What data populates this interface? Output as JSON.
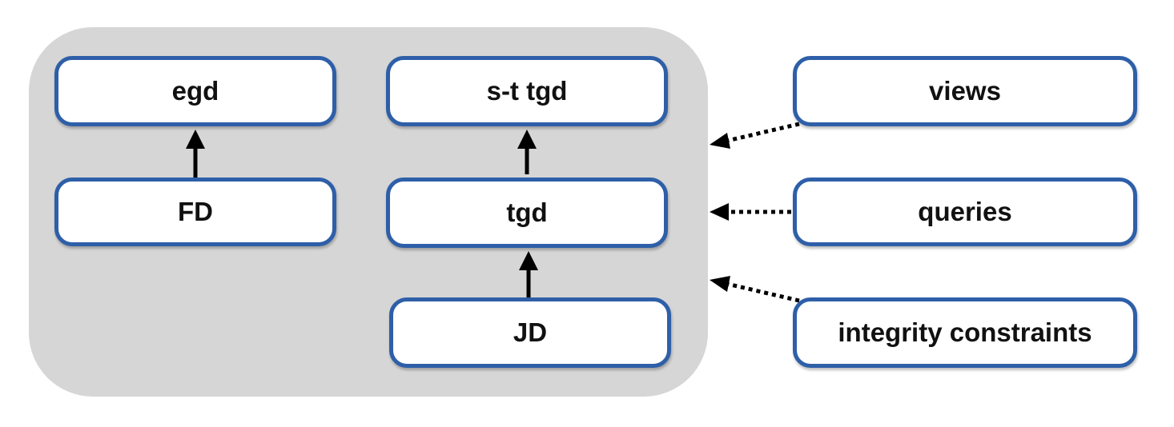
{
  "diagram": {
    "nodes": {
      "egd": "egd",
      "fd": "FD",
      "st_tgd": "s-t tgd",
      "tgd": "tgd",
      "jd": "JD",
      "views": "views",
      "queries": "queries",
      "integrity_constraints": "integrity constraints"
    },
    "edges": [
      {
        "from": "FD",
        "to": "egd",
        "style": "solid"
      },
      {
        "from": "tgd",
        "to": "s-t tgd",
        "style": "solid"
      },
      {
        "from": "JD",
        "to": "tgd",
        "style": "solid"
      },
      {
        "from": "views",
        "to": "group",
        "style": "dotted"
      },
      {
        "from": "queries",
        "to": "group",
        "style": "dotted"
      },
      {
        "from": "integrity constraints",
        "to": "group",
        "style": "dotted"
      }
    ],
    "colors": {
      "group_background": "#d6d6d6",
      "node_border": "#2e5fa8",
      "node_fill": "#ffffff",
      "arrow": "#000000"
    }
  }
}
